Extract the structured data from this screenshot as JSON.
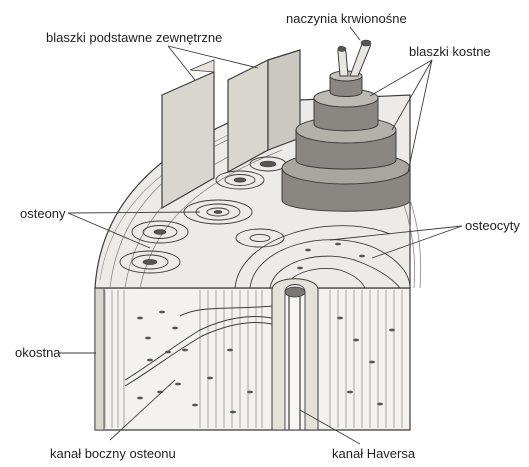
{
  "labels": {
    "blaszki_podstawne": "blaszki podstawne zewnętrzne",
    "naczynia": "naczynia krwionośne",
    "blaszki_kostne": "blaszki kostne",
    "osteony": "osteony",
    "osteocyty": "osteocyty",
    "okostna": "okostna",
    "kanal_boczny": "kanał boczny osteonu",
    "kanal_haversa": "kanał Haversa"
  },
  "colors": {
    "background": "#ffffff",
    "line": "#3c3c3c",
    "plate_fill": "#d9d6d0",
    "top_fill": "#ecebe7",
    "ring_fill": "#8a8782",
    "cell": "#555555"
  }
}
